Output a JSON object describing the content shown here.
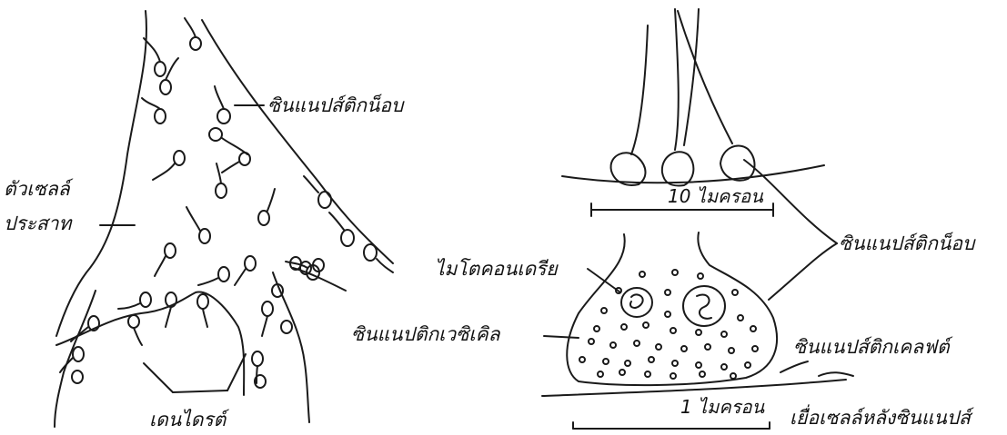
{
  "labels": {
    "synaptic_knob_left": "ซินแนปส์ติกน็อบ",
    "cell_body_line1": "ตัวเซลล์",
    "cell_body_line2": "ประสาท",
    "dendrite": "เดนไดรต์",
    "scale_top": "10 ไมครอน",
    "mitochondria": "ไมโตคอนเดรีย",
    "synaptic_knob_right": "ซินแนปส์ติกน็อบ",
    "synaptic_vesicle": "ซินแนปติกเวซิเคิล",
    "synaptic_cleft": "ซินแนปส์ติกเคลฟต์",
    "scale_bottom": "1 ไมครอน",
    "postsynaptic_membrane": "เยื่อเซลล์หลังซินแนปส์"
  },
  "colors": {
    "ink": "#1a1a1a",
    "paper": "#ffffff"
  }
}
